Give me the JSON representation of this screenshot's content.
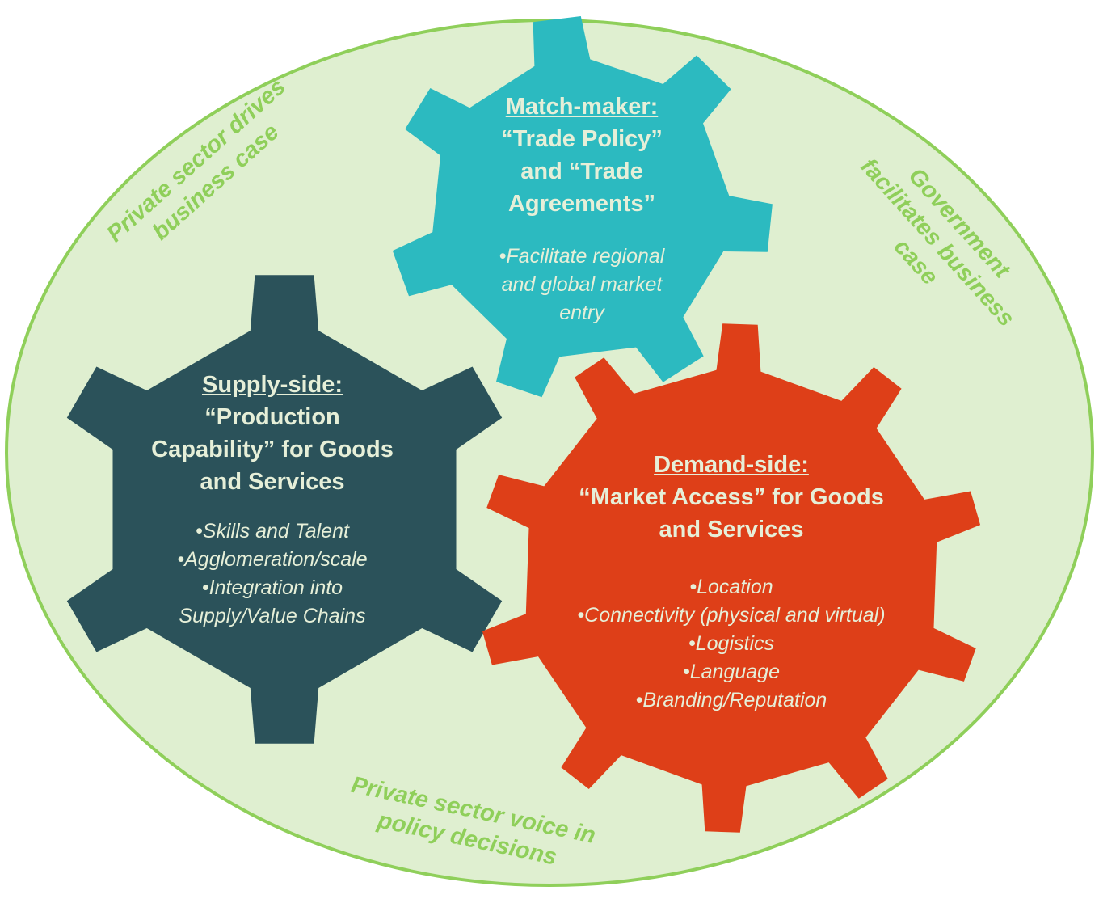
{
  "colors": {
    "ellipse_fill": "#dfefd0",
    "ellipse_stroke": "#8fcf5a",
    "matchmaker_gear": "#2cbac0",
    "supply_gear": "#2b525a",
    "demand_gear": "#de3f18",
    "gear_text": "#e6efd8",
    "side_text": "#8fcf5a"
  },
  "matchmaker": {
    "heading": "Match-maker:",
    "line1": "“Trade Policy”",
    "line2": "and “Trade",
    "line3": "Agreements”",
    "bullets": [
      "•Facilitate regional",
      "and global market",
      "entry"
    ]
  },
  "supply": {
    "heading": "Supply-side:",
    "line1": "“Production",
    "line2": "Capability” for Goods",
    "line3": "and Services",
    "bullets": [
      "•Skills and Talent",
      "•Agglomeration/scale",
      "•Integration into",
      "Supply/Value Chains"
    ]
  },
  "demand": {
    "heading": "Demand-side:",
    "line1": "“Market Access” for Goods",
    "line2": "and Services",
    "bullets": [
      "•Location",
      "•Connectivity (physical and virtual)",
      "•Logistics",
      "•Language",
      "•Branding/Reputation"
    ]
  },
  "side_labels": {
    "private_drives": [
      "Private sector drives",
      "business case"
    ],
    "government": [
      "Government",
      "facilitates business",
      "case"
    ],
    "private_voice": [
      "Private sector voice in",
      "policy decisions"
    ]
  }
}
